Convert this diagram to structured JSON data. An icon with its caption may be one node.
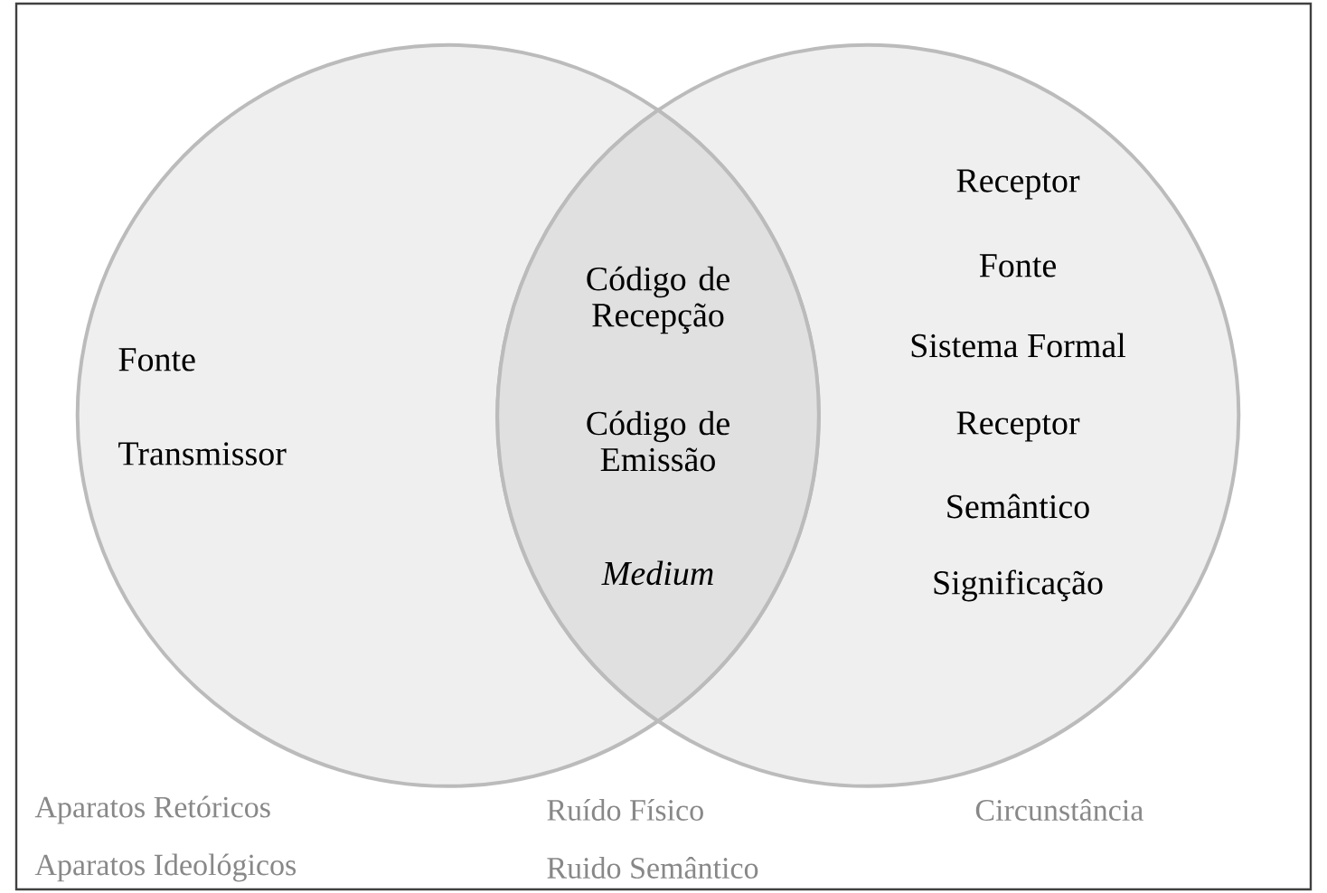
{
  "diagram": {
    "nodes": [
      {
        "text": [
          "Fonte",
          "Transmissor"
        ]
      },
      {
        "text": [
          "Receptor",
          "Fonte",
          "Sistema Formal",
          "Receptor",
          "Semântico",
          "Significação"
        ]
      },
      {
        "text": [
          "Código de Recepção",
          "Código de Emissão",
          "Medium"
        ]
      }
    ],
    "labels": [
      "Aparatos Retóricos",
      "Ruído Físico",
      "Circunstância",
      "Aparatos Ideológicos",
      "Ruido Semântico"
    ]
  }
}
